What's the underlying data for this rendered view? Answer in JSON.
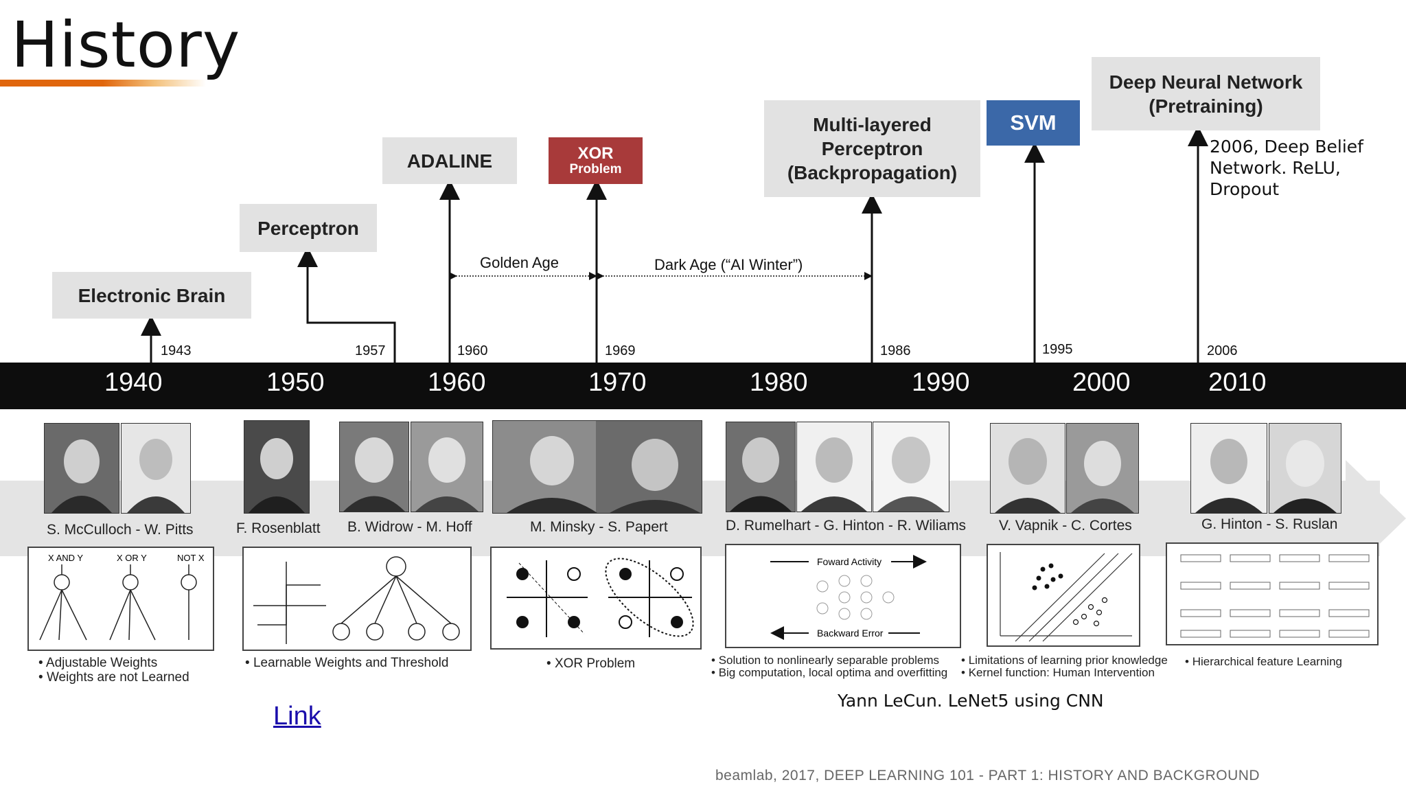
{
  "slide": {
    "title": "History",
    "footer": "beamlab, 2017, DEEP LEARNING 101 - PART 1: HISTORY AND BACKGROUND",
    "link_text": "Link",
    "lecun_note": "Yann LeCun. LeNet5 using CNN",
    "dbn_note": [
      "2006, Deep Belief",
      "Network. ReLU,",
      "Dropout"
    ]
  },
  "milestones": {
    "electronic_brain": {
      "label": "Electronic Brain",
      "year": "1943"
    },
    "perceptron": {
      "label": "Perceptron",
      "year": "1957"
    },
    "adaline": {
      "label": "ADALINE",
      "year": "1960"
    },
    "xor": {
      "label_line1": "XOR",
      "label_line2": "Problem",
      "year": "1969"
    },
    "mlp": {
      "line1": "Multi-layered",
      "line2": "Perceptron",
      "line3": "(Backpropagation)",
      "year": "1986"
    },
    "svm": {
      "label": "SVM",
      "year": "1995"
    },
    "dnn": {
      "line1": "Deep Neural Network",
      "line2": "(Pretraining)",
      "year": "2006"
    }
  },
  "ages": {
    "golden": "Golden Age",
    "dark": "Dark Age (“AI Winter”)"
  },
  "decades": [
    "1940",
    "1950",
    "1960",
    "1970",
    "1980",
    "1990",
    "2000",
    "2010"
  ],
  "people": {
    "p1": "S. McCulloch - W. Pitts",
    "p2": "F. Rosenblatt",
    "p3": "B. Widrow - M. Hoff",
    "p4": "M. Minsky - S. Papert",
    "p5": "D. Rumelhart - G. Hinton - R. Wiliams",
    "p6": "V. Vapnik - C. Cortes",
    "p7": "G. Hinton - S. Ruslan"
  },
  "diagrams": {
    "logic": {
      "and": "X AND Y",
      "or": "X OR Y",
      "not": "NOT X"
    },
    "backprop": {
      "forward": "Foward Activity",
      "backward": "Backward Error"
    }
  },
  "bullets": {
    "b1": [
      "Adjustable Weights",
      "Weights are not Learned"
    ],
    "b2": [
      "Learnable Weights  and Threshold"
    ],
    "b3": [
      "XOR Problem"
    ],
    "b4": [
      "Solution to nonlinearly separable problems",
      "Big computation, local optima and overfitting"
    ],
    "b5": [
      "Limitations of learning prior knowledge",
      "Kernel function: Human Intervention"
    ],
    "b6": [
      "Hierarchical feature Learning"
    ]
  },
  "colors": {
    "accent": "#e0660d",
    "xor_box": "#a83a3a",
    "svm_box": "#3b68a8",
    "timeline": "#0d0d0d",
    "link": "#1a0dab"
  }
}
